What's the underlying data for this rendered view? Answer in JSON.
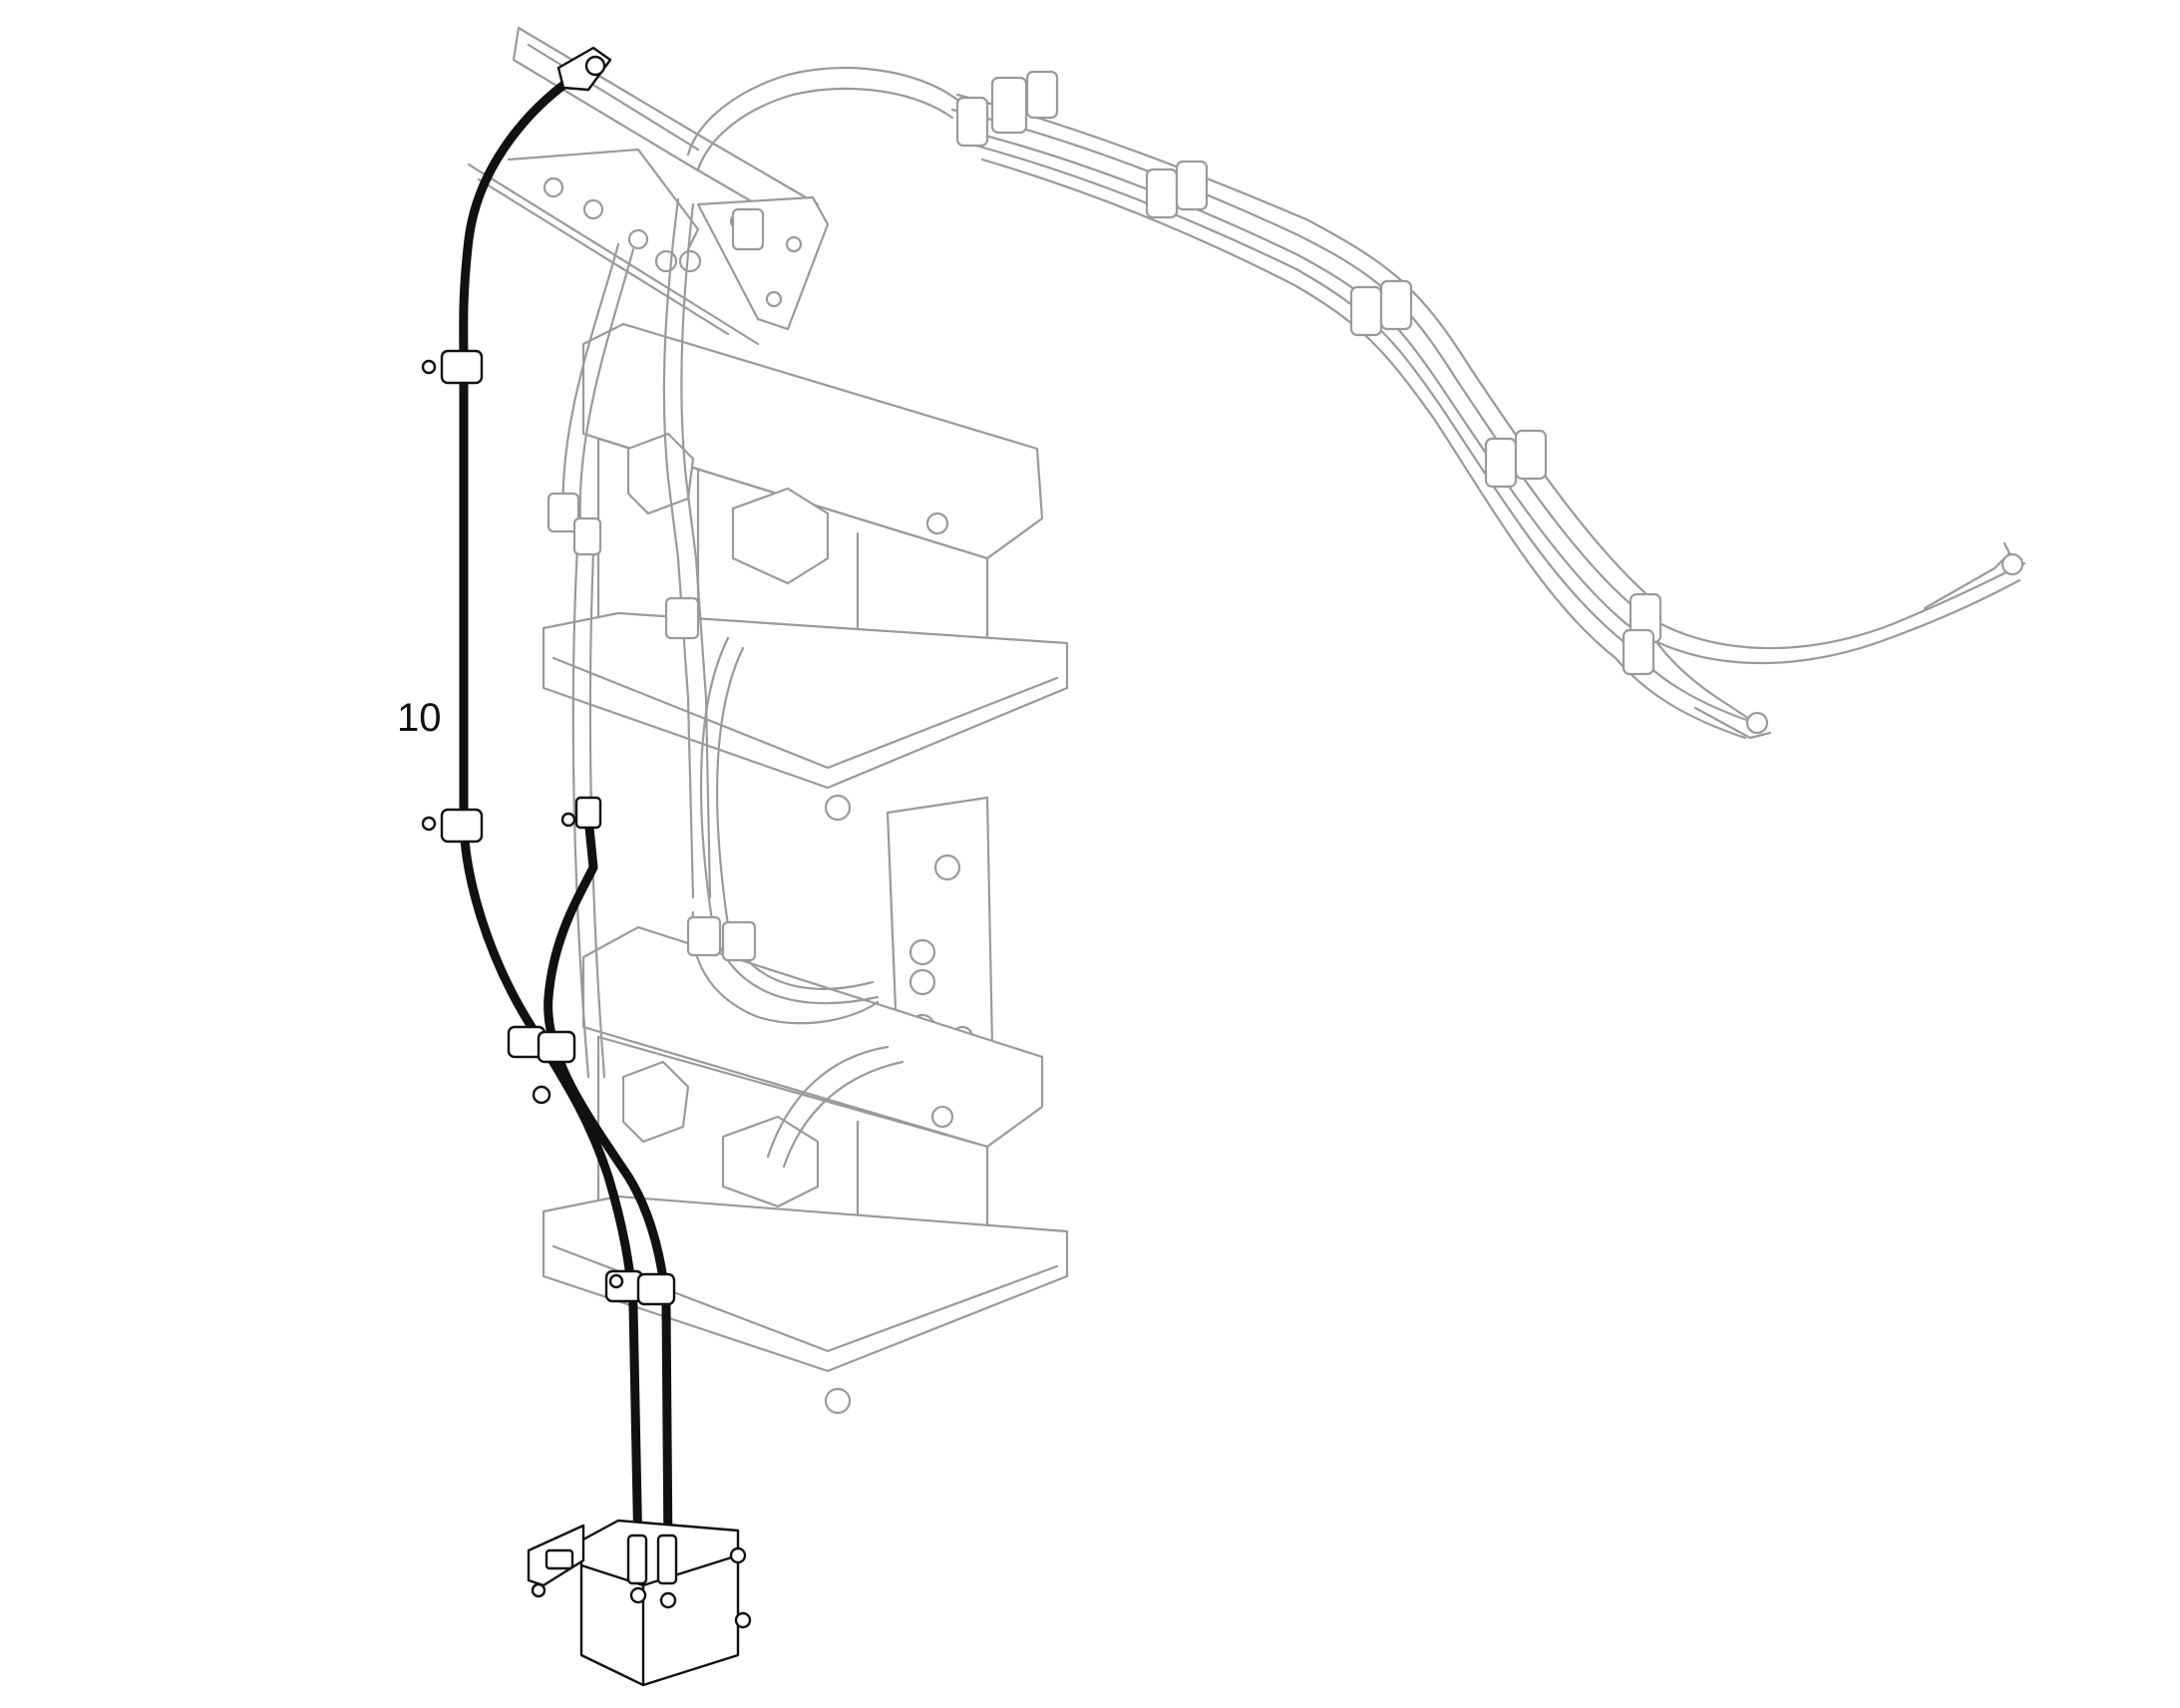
{
  "callouts": [
    {
      "label": "10",
      "description": "callout-10"
    }
  ],
  "colors": {
    "background": "#ffffff",
    "context_line": "#9a9a9a",
    "highlighted_part": "#111111"
  },
  "highlighted_part_icon": "battery-cable-harness"
}
